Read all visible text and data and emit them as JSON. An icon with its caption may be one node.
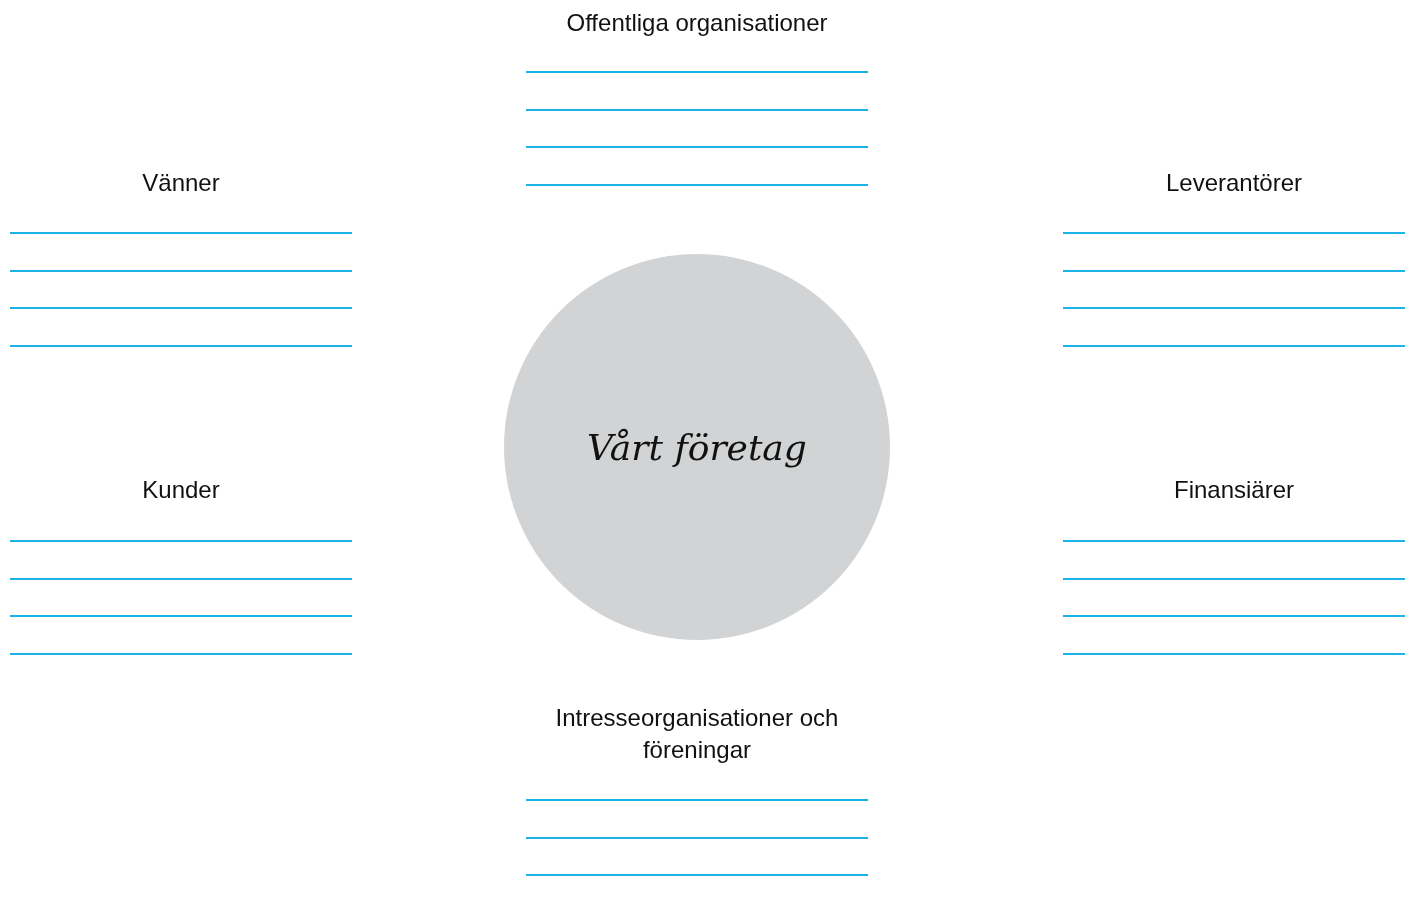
{
  "diagram": {
    "nodes": [
      {
        "text": [
          "Vårt företag"
        ]
      }
    ],
    "labels": [
      "Offentliga organisationer",
      "Vänner",
      "Leverantörer",
      "Kunder",
      "Finansiärer",
      "Intresseorganisationer och föreningar"
    ]
  }
}
